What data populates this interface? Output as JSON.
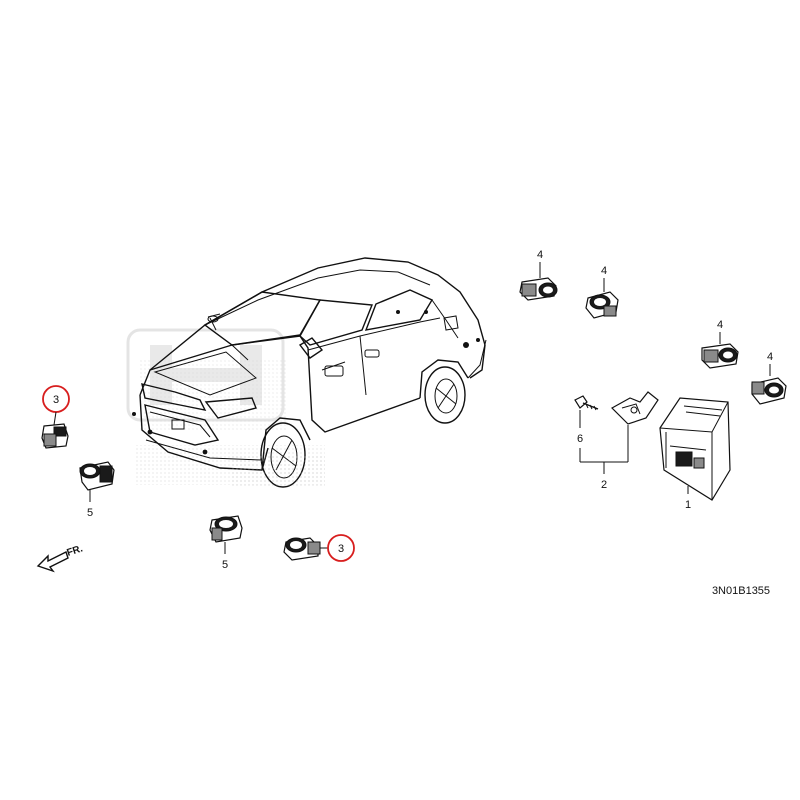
{
  "callouts": {
    "control_unit": "1",
    "bracket_assembly": "2",
    "sensor_front_left": "3",
    "sensor_front_right": "3",
    "rear_sensor_a": "4",
    "rear_sensor_b": "4",
    "rear_sensor_c": "4",
    "rear_sensor_d": "4",
    "front_sensor_outer": "5",
    "front_sensor_inner": "5",
    "bolt": "6"
  },
  "direction_label": "FR.",
  "diagram_code": "3N01B1355",
  "colors": {
    "line": "#111111",
    "highlight_circle": "#d81e1e",
    "watermark": "#c8c8c8"
  }
}
